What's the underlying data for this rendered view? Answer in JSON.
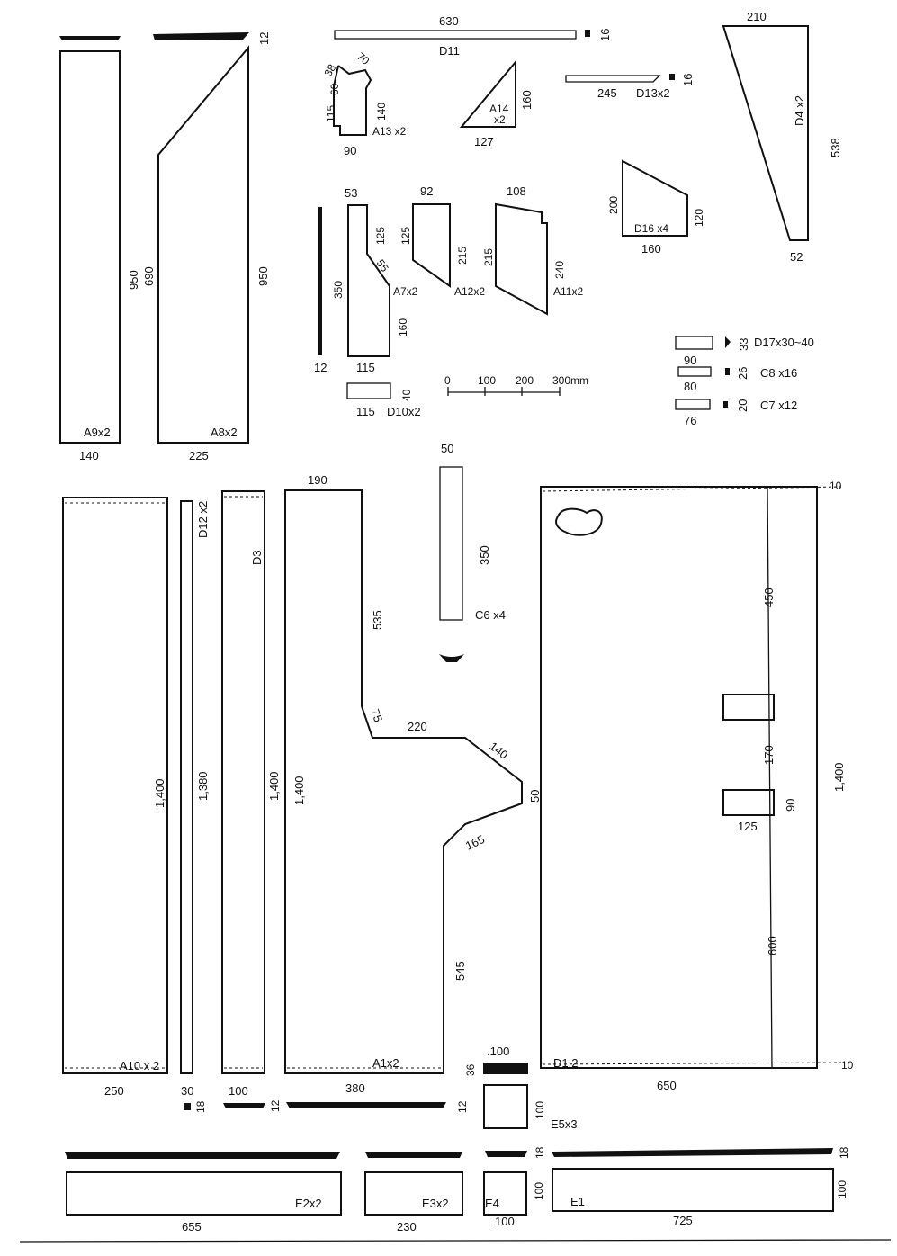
{
  "parts": {
    "a9": {
      "label": "A9x2",
      "height": "950",
      "width": "140"
    },
    "a8": {
      "label": "A8x2",
      "inner_height": "690",
      "height": "950",
      "width": "225",
      "thickness": "12"
    },
    "d11": {
      "label": "D11",
      "length": "630",
      "thickness": "16"
    },
    "a13": {
      "label": "A13 x2",
      "d38": "38",
      "d70": "70",
      "d60": "60",
      "d115": "115",
      "d140": "140",
      "d90": "90"
    },
    "a14": {
      "label": "A14",
      "qty": "x2",
      "height": "160",
      "base": "127"
    },
    "d13": {
      "label": "D13x2",
      "length": "245",
      "thickness": "16"
    },
    "d4": {
      "label": "D4 x2",
      "top": "210",
      "height": "538",
      "bottom": "52"
    },
    "a7": {
      "label": "A7x2",
      "top": "53",
      "d125": "125",
      "d55": "55",
      "d350": "350",
      "d160": "160",
      "bottom": "115",
      "thickness": "12"
    },
    "a12": {
      "label": "A12x2",
      "top": "92",
      "d125": "125",
      "d215": "215"
    },
    "a11": {
      "label": "A11x2",
      "top": "108",
      "d215": "215",
      "d240": "240"
    },
    "d16": {
      "label": "D16 x4",
      "d200": "200",
      "d120": "120",
      "bottom": "160"
    },
    "d10": {
      "label": "D10x2",
      "width": "115",
      "height": "40"
    },
    "d17": {
      "label": "D17x30~40",
      "width": "90",
      "thickness": "33"
    },
    "c8": {
      "label": "C8 x16",
      "width": "80",
      "thickness": "26"
    },
    "c7": {
      "label": "C7 x12",
      "width": "76",
      "thickness": "20"
    },
    "a10": {
      "label": "A10 x 2",
      "height": "1,400",
      "width": "250"
    },
    "d12": {
      "label": "D12 x2",
      "height": "1,380",
      "width": "30",
      "thickness": "18"
    },
    "d3": {
      "label": "D3",
      "height": "1,400",
      "width": "100",
      "thickness": "12"
    },
    "a1": {
      "label": "A1x2",
      "top": "190",
      "d535": "535",
      "d75": "75",
      "d220": "220",
      "d140": "140",
      "d50": "50",
      "d165": "165",
      "d545": "545",
      "height": "1,400",
      "bottom": "380",
      "thickness": "12"
    },
    "c6": {
      "label": "C6 x4",
      "width": "50",
      "height": "350"
    },
    "d1": {
      "label": "D1,2",
      "d450": "450",
      "d170": "170",
      "d90": "90",
      "d125": "125",
      "d600": "600",
      "height": "1,400",
      "width": "650",
      "top_margin": "10",
      "bottom_margin": "10"
    },
    "e5": {
      "label": "E5x3",
      "width": ".100",
      "height": "100",
      "thickness": "36"
    },
    "e2": {
      "label": "E2x2",
      "width": "655"
    },
    "e3": {
      "label": "E3x2",
      "width": "230"
    },
    "e4": {
      "label": "E4",
      "width": "100",
      "height": "100",
      "thickness": "18"
    },
    "e1": {
      "label": "E1",
      "width": "725",
      "height": "100",
      "thickness": "18"
    }
  },
  "scale": {
    "t0": "0",
    "t100": "100",
    "t200": "200",
    "t300": "300mm"
  }
}
